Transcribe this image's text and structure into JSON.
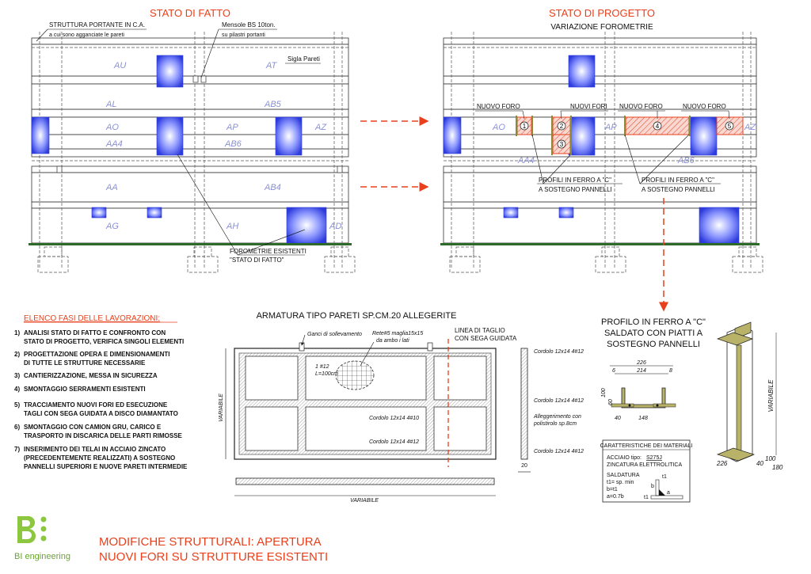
{
  "left_title": "STATO DI FATTO",
  "right_title": "STATO DI PROGETTO",
  "right_subtitle": "VARIAZIONE FOROMETRIE",
  "callouts": {
    "struttura_1": "STRUTTURA PORTANTE IN C.A.",
    "struttura_2": "a cui sono agganciate le pareti",
    "mensole_1": "Mensole BS 10ton.",
    "mensole_2": "su pilastri portanti",
    "sigla": "Sigla Pareti",
    "forometrie_1": "FOROMETRIE ESISTENTI",
    "forometrie_2": "\"STATO DI FATTO\"",
    "nuovo_foro_a": "NUOVO FORO",
    "nuovi_fori": "NUOVI FORI",
    "nuovo_foro_b": "NUOVO FORO",
    "nuovo_foro_c": "NUOVO FORO",
    "profili_a_1": "PROFILI IN FERRO A \"C\"",
    "profili_a_2": "A SOSTEGNO PANNELLI",
    "profili_b_1": "PROFILI IN FERRO A \"C\"",
    "profili_b_2": "A SOSTEGNO PANNELLI"
  },
  "wall_labels_left": [
    "AU",
    "AT",
    "AL",
    "AB5",
    "AO",
    "AP",
    "AZ",
    "AA4",
    "AB6",
    "AA",
    "AB4",
    "AG",
    "AH",
    "AD"
  ],
  "wall_labels_right": [
    "AO",
    "AP",
    "AZ",
    "AA4",
    "AB6"
  ],
  "hole_numbers": [
    "1",
    "2",
    "3",
    "4",
    "5"
  ],
  "phases": {
    "title": "ELENCO FASI DELLE LAVORAZIONI:",
    "items": [
      {
        "n": "1)",
        "lines": [
          "ANALISI STATO DI FATTO E CONFRONTO CON",
          "STATO DI PROGETTO, VERIFICA SINGOLI ELEMENTI"
        ]
      },
      {
        "n": "2)",
        "lines": [
          "PROGETTAZIONE OPERA E DIMENSIONAMENTI",
          "DI TUTTE LE STRUTTURE NECESSARIE"
        ]
      },
      {
        "n": "3)",
        "lines": [
          "CANTIERIZZAZIONE, MESSA IN SICUREZZA"
        ]
      },
      {
        "n": "4)",
        "lines": [
          "SMONTAGGIO SERRAMENTI ESISTENTI"
        ]
      },
      {
        "n": "5)",
        "lines": [
          "TRACCIAMENTO NUOVI FORI ED ESECUZIONE",
          "TAGLI CON SEGA GUIDATA A DISCO DIAMANTATO"
        ]
      },
      {
        "n": "6)",
        "lines": [
          "SMONTAGGIO CON CAMION GRU, CARICO E",
          "TRASPORTO IN DISCARICA DELLE PARTI RIMOSSE"
        ]
      },
      {
        "n": "7)",
        "lines": [
          "INSERIMENTO DEI TELAI IN ACCIAIO ZINCATO",
          "(PRECEDENTEMENTE REALIZZATI) A SOSTEGNO",
          "PANNELLI SUPERIORI E NUOVE PARETI INTERMEDIE"
        ]
      }
    ]
  },
  "armatura": {
    "title": "ARMATURA TIPO PARETI SP.CM.20 ALLEGERITE",
    "ganci": "Ganci di sollevamento",
    "rete_1": "Rete#5 maglia15x15",
    "rete_2": "da ambo i lati",
    "linea_1": "LINEA DI TAGLIO",
    "linea_2": "CON SEGA GUIDATA",
    "bar_1": "1 #12",
    "bar_2": "L=100cm",
    "cordolo_10": "Cordolo 12x14 4#10",
    "cordolo_12": "Cordolo 12x14 4#12",
    "cordolo_r1": "Cordolo 12x14 4#12",
    "cordolo_r2": "Cordolo 12x14 4#12",
    "cordolo_r3": "Cordolo 12x14 4#12",
    "alleggerimento_1": "Alleggerimento con",
    "alleggerimento_2": "polistirolo sp.8cm",
    "variabile_v": "VARIABILE",
    "variabile_h": "VARIABILE",
    "dim_20": "20"
  },
  "profilo": {
    "title_1": "PROFILO IN FERRO A \"C\"",
    "title_2": "SALDATO CON PIATTI A",
    "title_3": "SOSTEGNO PANNELLI",
    "dim_226": "226",
    "dim_214": "214",
    "dim_8": "8",
    "dim_6": "6",
    "dim_100": "100",
    "dim_60": "60",
    "dim_40": "40",
    "dim_148": "148",
    "variabile": "VARIABILE",
    "iso_226": "226",
    "iso_100": "100",
    "iso_180": "180",
    "iso_40": "40"
  },
  "materiali": {
    "title": "CARATTERISTICHE DEI MATERIALI",
    "acciaio_label": "ACCIAIO tipo:",
    "acciaio_value": "S275J",
    "zincatura": "ZINCATURA ELETTROLITICA",
    "saldatura": "SALDATURA",
    "f1": "t1= sp. min",
    "f2": "b=t1",
    "f3": "a=0.7b",
    "sym_t1a": "t1",
    "sym_t1b": "t1",
    "sym_b": "b",
    "sym_a": "a"
  },
  "logo": {
    "text": "BI engineering",
    "color": "#8dc63f"
  },
  "footer": {
    "line1": "MODIFICHE STRUTTURALI: APERTURA",
    "line2": "NUOVI FORI SU STRUTTURE ESISTENTI"
  },
  "colors": {
    "accent": "#e8401c",
    "window": "#3b49e0",
    "ground": "#2e6b2a",
    "steel": "#b9b36a"
  }
}
